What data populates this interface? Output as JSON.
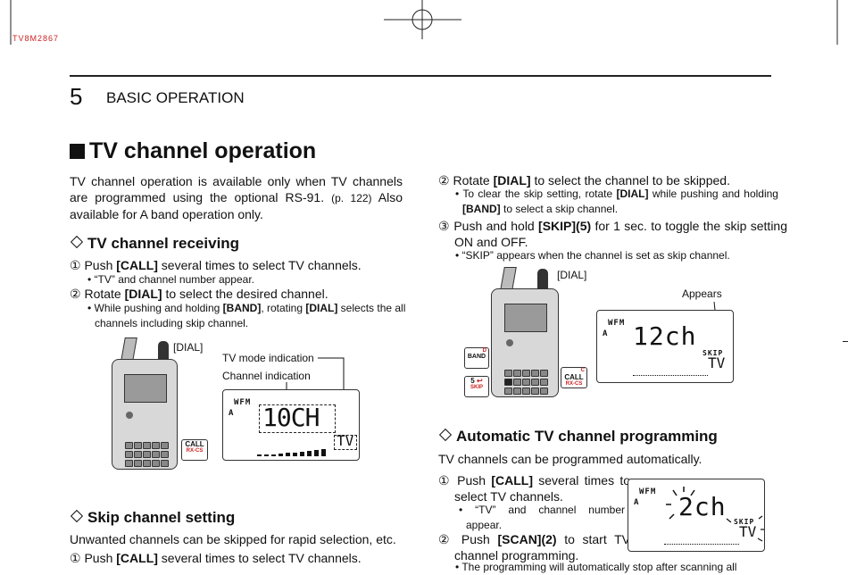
{
  "header": {
    "page_number": "5",
    "section": "BASIC OPERATION",
    "corner_code": "TV8M2867"
  },
  "main_title": "TV channel operation",
  "intro": {
    "p1": "TV channel operation is available only when TV channels are programmed using the optional RS-91.",
    "ref": "(p. 122)",
    "p2": "Also available for A band operation only."
  },
  "receiving": {
    "heading": "TV channel receiving",
    "s1_num": "①",
    "s1_pre": "Push ",
    "s1_key": "[CALL]",
    "s1_post": " several times to select TV channels.",
    "s1_note": "“TV” and channel number appear.",
    "s2_num": "②",
    "s2_pre": "Rotate ",
    "s2_key": "[DIAL]",
    "s2_post": " to select the desired channel.",
    "s2_note_pre": "While pushing and holding ",
    "s2_note_k1": "[BAND]",
    "s2_note_mid": ", rotating ",
    "s2_note_k2": "[DIAL]",
    "s2_note_post": " selects the all channels including skip channel."
  },
  "fig1": {
    "dial_label": "[DIAL]",
    "tv_mode_label": "TV mode indication",
    "channel_label": "Channel indication",
    "wfm": "WFM",
    "band": "A",
    "channel": "10CH",
    "tv": "TV",
    "call": "CALL",
    "rxcs": "RX-CS"
  },
  "skip": {
    "heading": "Skip channel setting",
    "intro": "Unwanted channels can be skipped for rapid selection, etc.",
    "s1_num": "①",
    "s1_pre": "Push ",
    "s1_key": "[CALL]",
    "s1_post": " several times to select TV channels.",
    "s2_num": "②",
    "s2_pre": "Rotate ",
    "s2_key": "[DIAL]",
    "s2_post": " to select the channel to be skipped.",
    "s2_note_pre": "To clear the skip setting, rotate ",
    "s2_note_k1": "[DIAL]",
    "s2_note_mid": " while pushing and holding ",
    "s2_note_k2": "[BAND]",
    "s2_note_post": " to select a skip channel.",
    "s3_num": "③",
    "s3_pre": "Push and hold ",
    "s3_key": "[SKIP](5)",
    "s3_post": " for 1 sec. to toggle the skip setting ON and OFF.",
    "s3_note": "“SKIP” appears when the channel is set as skip channel."
  },
  "fig2": {
    "dial_label": "[DIAL]",
    "appears_label": "Appears",
    "wfm": "WFM",
    "band": "A",
    "channel": "12ch",
    "skip": "SKIP",
    "tv": "TV",
    "band_btn": "BAND",
    "d": "D",
    "c": "C",
    "call": "CALL",
    "rxcs": "RX-CS",
    "five": "5",
    "skip_btn": "SKIP"
  },
  "auto": {
    "heading": "Automatic TV channel programming",
    "intro": "TV channels can be programmed automatically.",
    "s1_num": "①",
    "s1_pre": "Push ",
    "s1_key": "[CALL]",
    "s1_post": " several times to select TV channels.",
    "s1_note": "“TV” and channel number appear.",
    "s2_num": "②",
    "s2_pre": "Push ",
    "s2_key": "[SCAN](2)",
    "s2_post": " to start TV channel programming.",
    "s2_note": "The programming will automatically stop after scanning all"
  },
  "fig3": {
    "wfm": "WFM",
    "band": "A",
    "channel": "2ch",
    "skip": "SKIP",
    "tv": "TV"
  },
  "colors": {
    "text": "#111111",
    "corner": "#cc2222",
    "rule": "#222222"
  }
}
